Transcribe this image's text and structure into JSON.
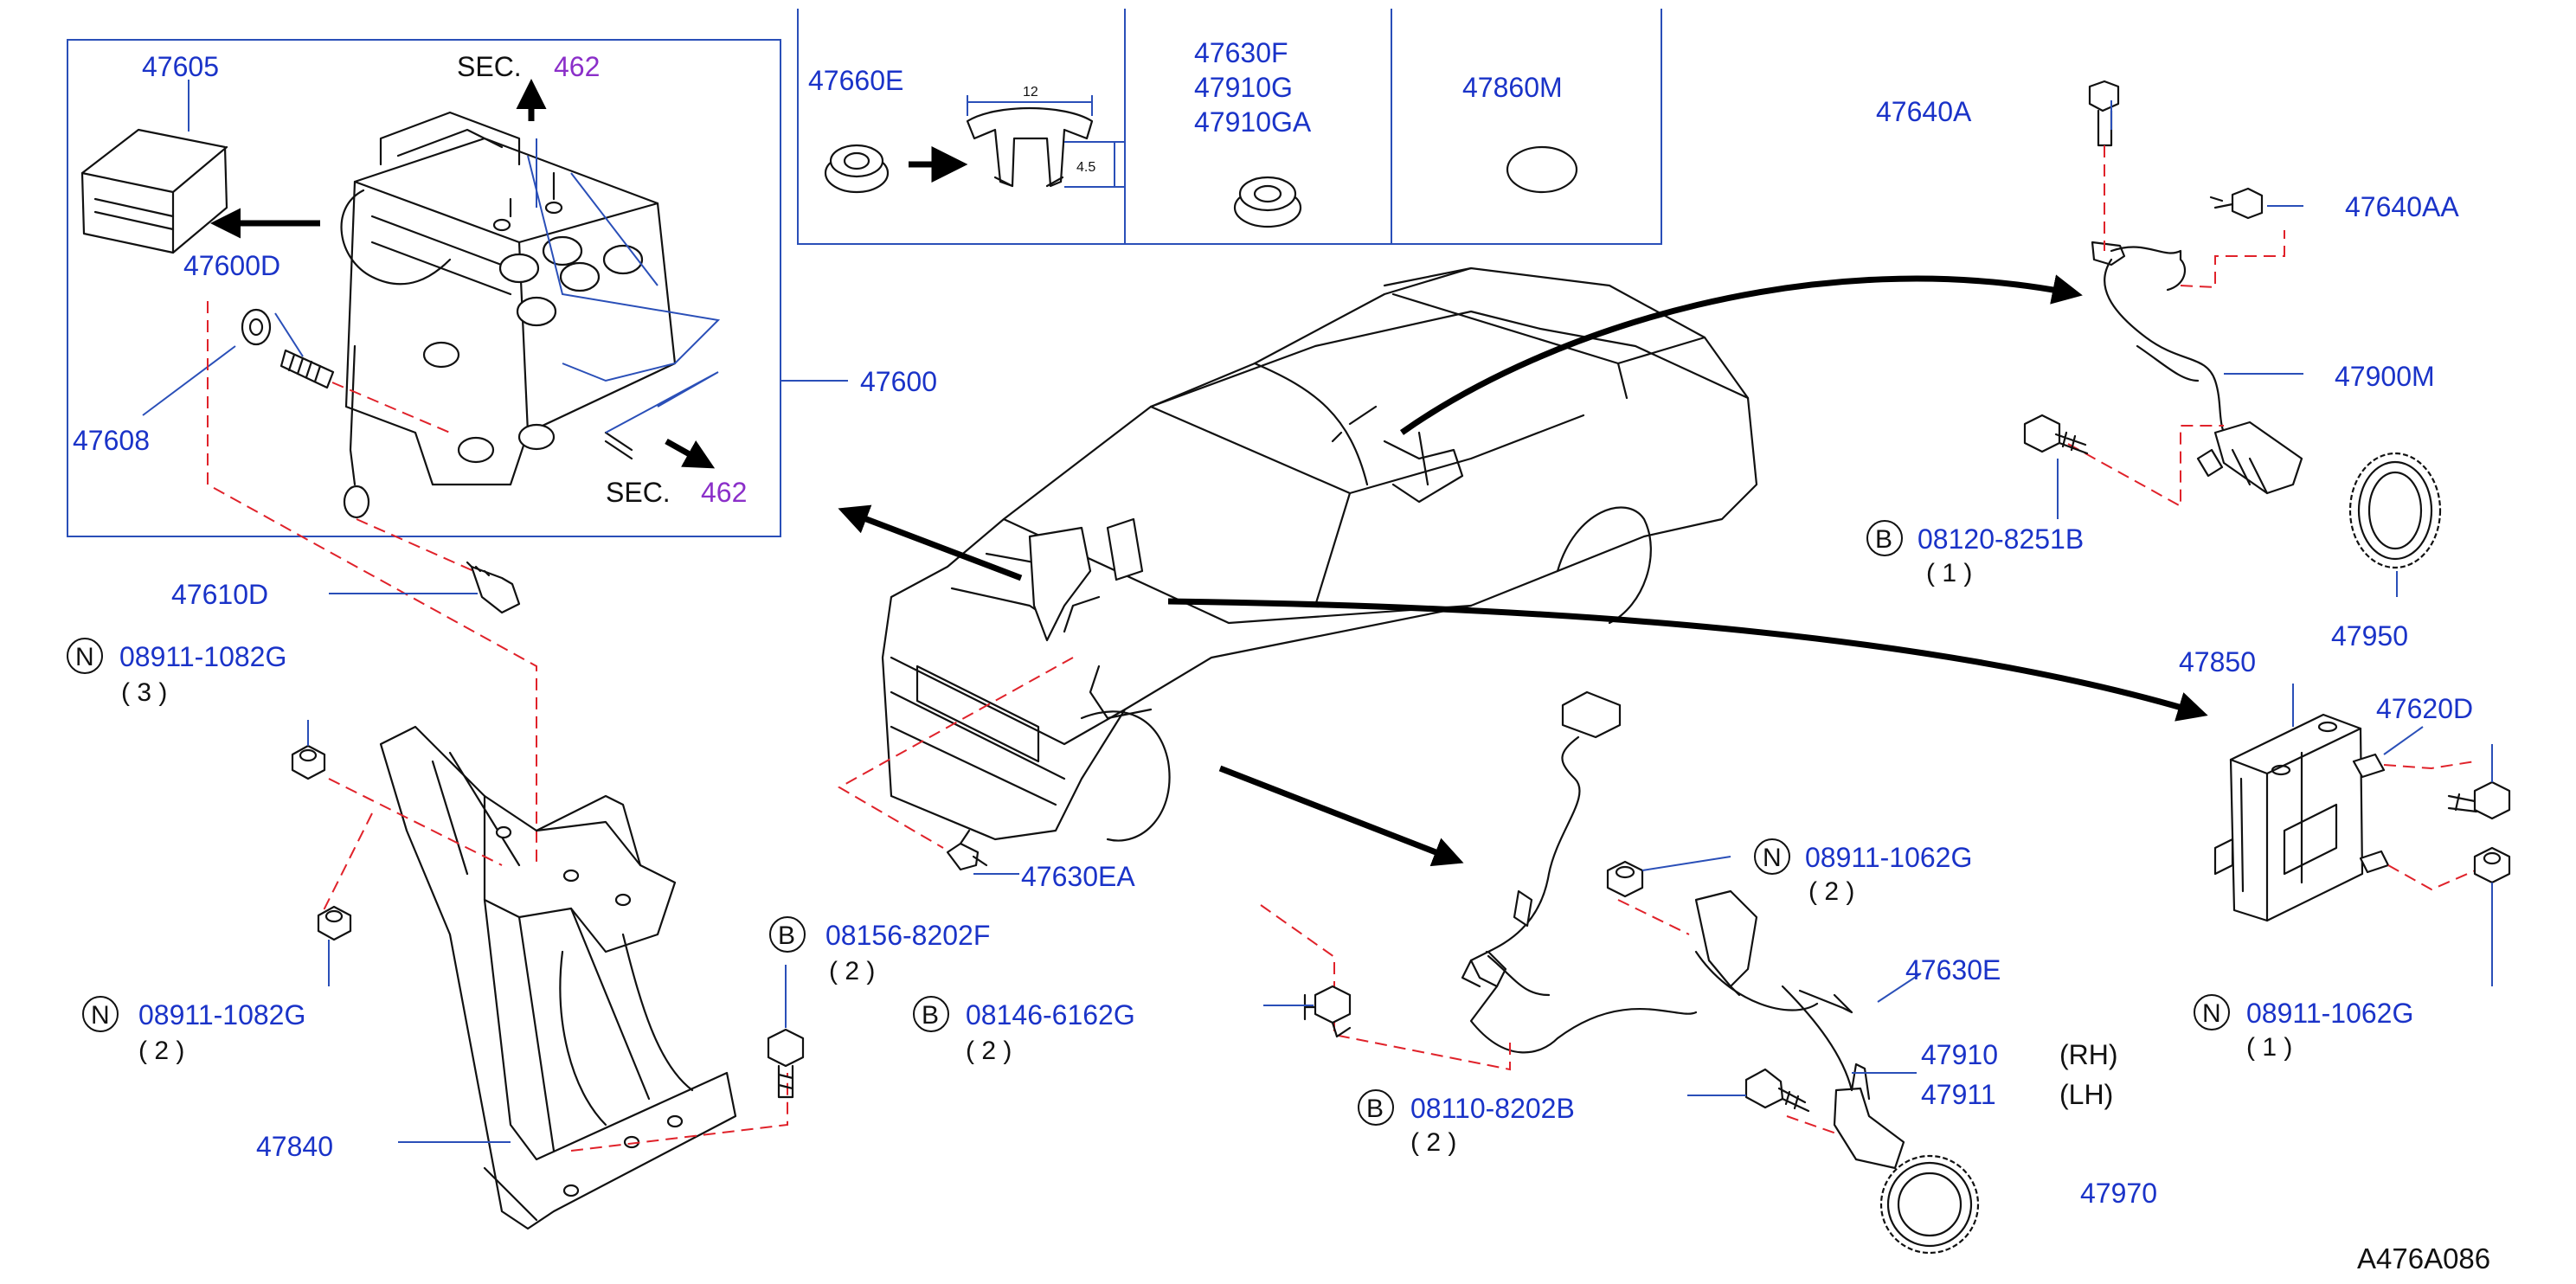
{
  "diagram_ref": "A476A086",
  "sections": {
    "sec_label": "SEC.",
    "sec_number": "462"
  },
  "dimensions": {
    "width_value": "12",
    "height_value": "4.5"
  },
  "parts": {
    "p47605": "47605",
    "p47600D": "47600D",
    "p47608": "47608",
    "p47600": "47600",
    "p47610D": "47610D",
    "p47660E": "47660E",
    "p47630F": "47630F",
    "p47910G": "47910G",
    "p47910GA": "47910GA",
    "p47860M": "47860M",
    "p47640A": "47640A",
    "p47640AA": "47640AA",
    "p47900M": "47900M",
    "p08120": "08120-8251B",
    "p47950": "47950",
    "p47850": "47850",
    "p47620D": "47620D",
    "p08911_1062G_r": "08911-1062G",
    "p08911_1082G_a": "08911-1082G",
    "p08911_1082G_b": "08911-1082G",
    "p47840": "47840",
    "p08156": "08156-8202F",
    "p08146": "08146-6162G",
    "p47630EA": "47630EA",
    "p08911_1062G_c": "08911-1062G",
    "p47630E": "47630E",
    "p47910": "47910",
    "p47911": "47911",
    "rh": "(RH)",
    "lh": "(LH)",
    "p08110": "08110-8202B",
    "p47970": "47970"
  },
  "badges": {
    "n": "N",
    "b": "B"
  },
  "quantities": {
    "q1_08120": "( 1 )",
    "q3_08911_1082G": "( 3 )",
    "q2_08911_1082G": "( 2 )",
    "q2_08156": "( 2 )",
    "q2_08146": "( 2 )",
    "q2_08911_1062G": "( 2 )",
    "q2_08110": "( 2 )",
    "q1_08911_1062G": "( 1 )"
  }
}
